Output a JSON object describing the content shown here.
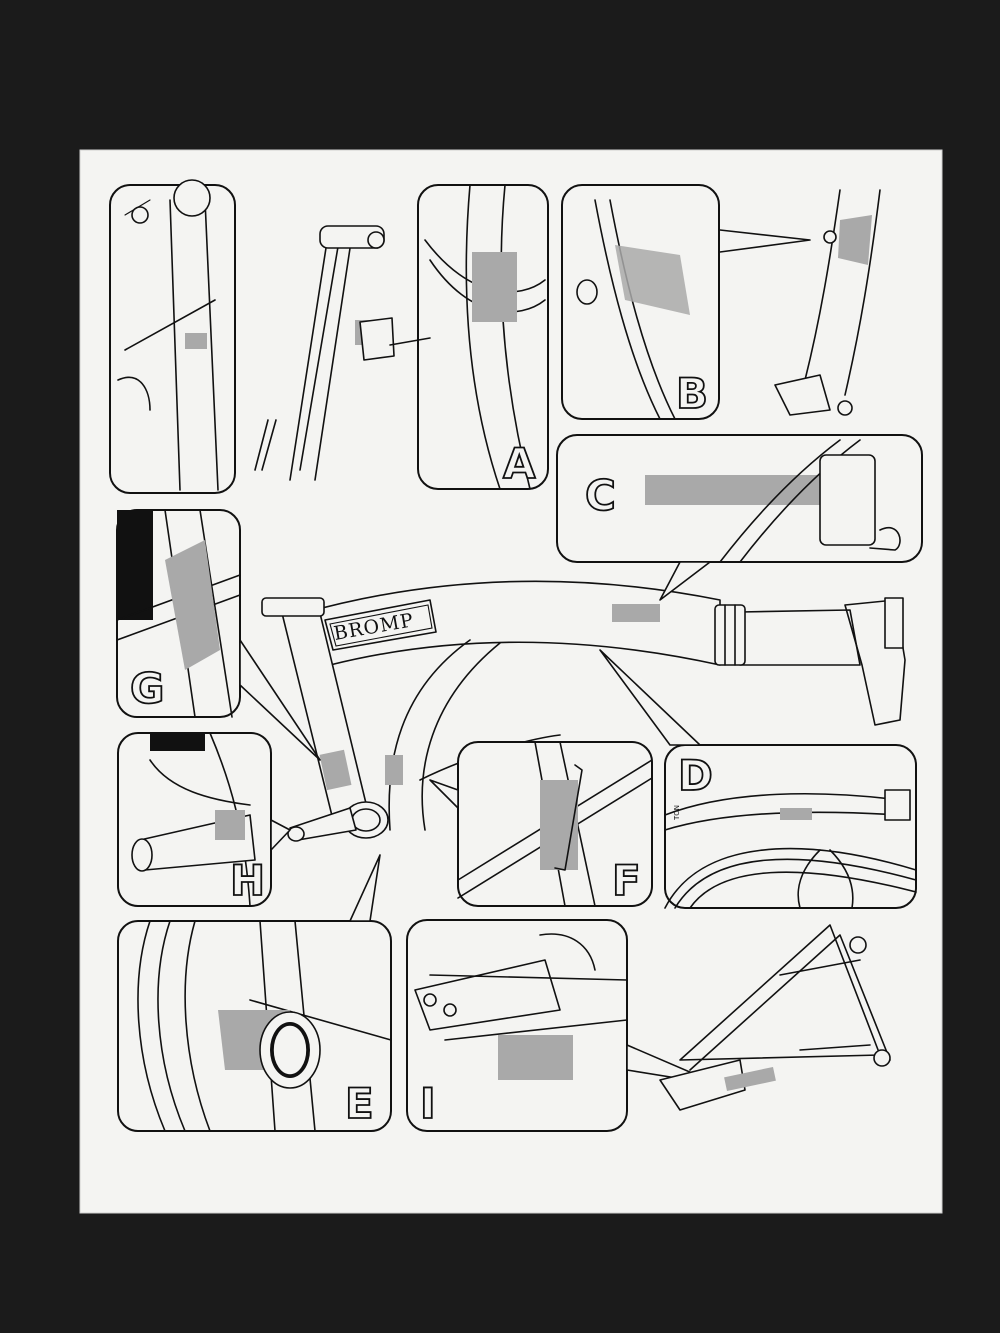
{
  "diagram": {
    "panel_letters": {
      "a": "A",
      "b": "B",
      "c": "C",
      "d": "D",
      "e": "E",
      "f": "F",
      "g": "G",
      "h": "H",
      "i": "I"
    },
    "frame_brand_text": "BROMP",
    "panel_d_label_fragment": "TON",
    "colors": {
      "background": "#1b1b1b",
      "sheet": "#f4f4f2",
      "line": "#111111",
      "highlight_patch": "#a9a9a9"
    }
  }
}
